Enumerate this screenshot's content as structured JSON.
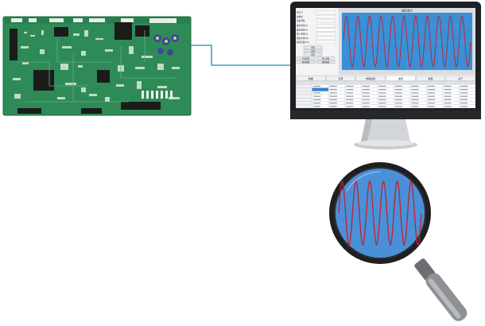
{
  "monitor": {
    "software_window": {
      "plot_title": "波形显示",
      "form_fields": [
        {
          "label": "串口号"
        },
        {
          "label": "波特率"
        },
        {
          "label": "读取间隔"
        },
        {
          "label": "输出电压(V)"
        },
        {
          "label": "输出电流(A)"
        },
        {
          "label": "输入电压(V)"
        },
        {
          "label": "输出功率(W)"
        },
        {
          "label": "频率设置(Hz)"
        }
      ],
      "buttons": [
        {
          "label": "连接"
        },
        {
          "label": "设置"
        },
        {
          "label": "设置"
        },
        {
          "label": "开始采集"
        },
        {
          "label": "停止采集"
        },
        {
          "label": "保存数据"
        },
        {
          "label": "清除数据"
        }
      ],
      "tabs": [
        {
          "label": "数据"
        },
        {
          "label": "记录"
        },
        {
          "label": "参数设置"
        },
        {
          "label": "波形"
        },
        {
          "label": "报警"
        },
        {
          "label": "关于"
        }
      ],
      "table_rows": 8,
      "table_cols": 11
    }
  },
  "colors": {
    "plot_background": "#3a8fd6",
    "wave": "#c22030",
    "lens_background": "#4a90d9",
    "connector_line": "#3aa3c8",
    "pcb_green": "#2e8b57",
    "monitor_bezel": "#1e1f22",
    "stand": "#c9ccd0"
  },
  "icons": [
    "circuit-board-image",
    "monitor-icon",
    "magnifying-glass-icon"
  ]
}
